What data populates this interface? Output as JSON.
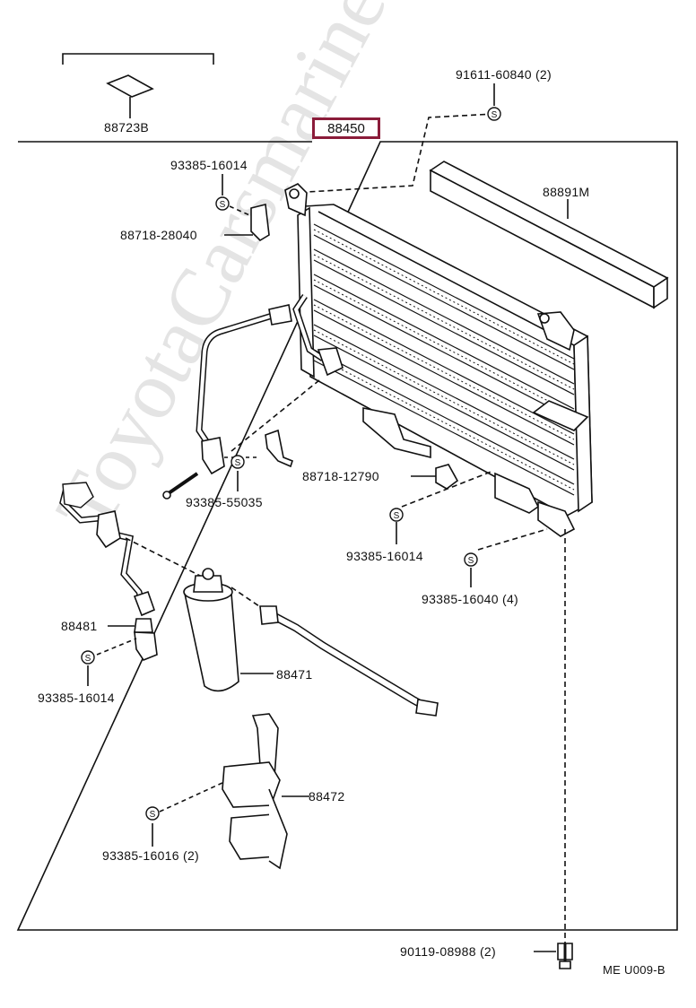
{
  "watermark": "ToyotaCarsmarine.ru",
  "highlight_color": "#8b1c3a",
  "diagram_code": "ME  U009-B",
  "parts": {
    "p88723b": "88723B",
    "p91611": "91611-60840 (2)",
    "p88450": "88450",
    "p93385_16014_top": "93385-16014",
    "p88891m": "88891M",
    "p88718_28040": "88718-28040",
    "p88718_12790": "88718-12790",
    "p93385_55035": "93385-55035",
    "p93385_16014_mid": "93385-16014",
    "p93385_16040": "93385-16040 (4)",
    "p88481": "88481",
    "p93385_16014_left": "93385-16014",
    "p88471": "88471",
    "p88472": "88472",
    "p93385_16016": "93385-16016 (2)",
    "p90119": "90119-08988 (2)"
  },
  "icons": {
    "washer_symbol": "S"
  }
}
